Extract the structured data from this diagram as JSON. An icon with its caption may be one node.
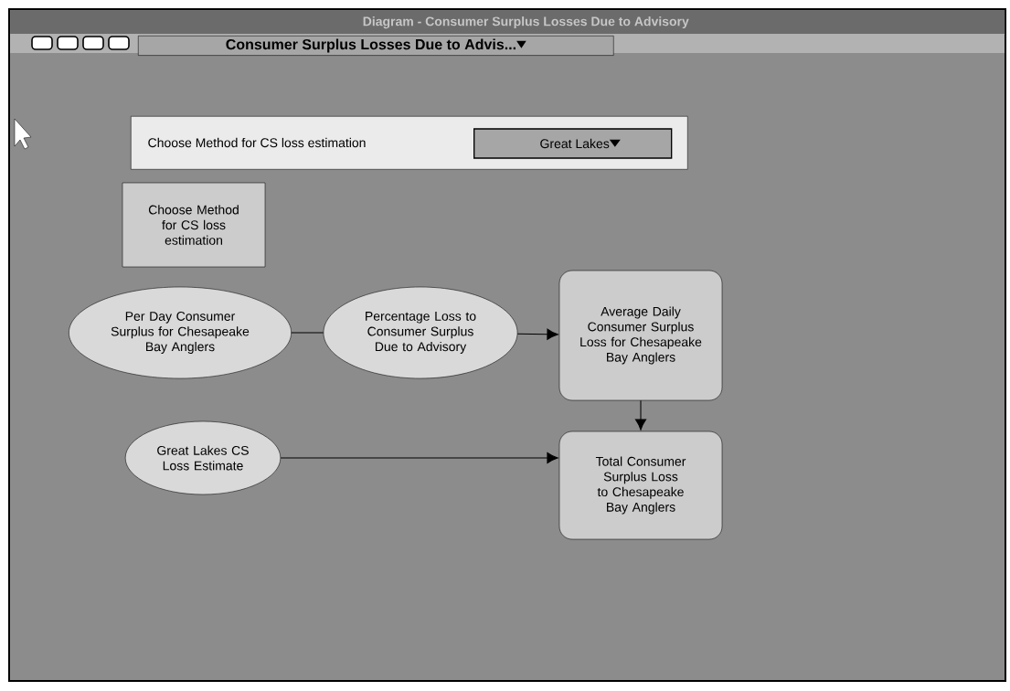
{
  "diagram": {
    "title": "Diagram - Consumer Surplus Losses Due to Advisory",
    "nodes": [
      {
        "text": [
          "Choose Method for CS loss estimation",
          "Great Lakes"
        ]
      },
      {
        "text": [
          "Choose Method for CS loss estimation"
        ]
      },
      {
        "text": [
          "Per Day Consumer Surplus for Chesapeake Bay Anglers"
        ]
      },
      {
        "text": [
          "Percentage Loss to Consumer Surplus Due to Advisory"
        ]
      },
      {
        "text": [
          "Average Daily Consumer Surplus Loss for Chesapeake Bay Anglers"
        ]
      },
      {
        "text": [
          "Total Consumer Surplus Loss to Chesapeake Bay Anglers"
        ]
      },
      {
        "text": [
          "Great Lakes CS Loss Estimate"
        ]
      }
    ],
    "edges": [
      {
        "from": 2,
        "to": 3,
        "arrow": "none"
      },
      {
        "from": 3,
        "to": 4,
        "arrow": "to"
      },
      {
        "from": 4,
        "to": 5,
        "arrow": "to"
      },
      {
        "from": 6,
        "to": 5,
        "arrow": "to"
      }
    ],
    "labels": [
      "Consumer Surplus Losses Due to Advis..."
    ]
  }
}
